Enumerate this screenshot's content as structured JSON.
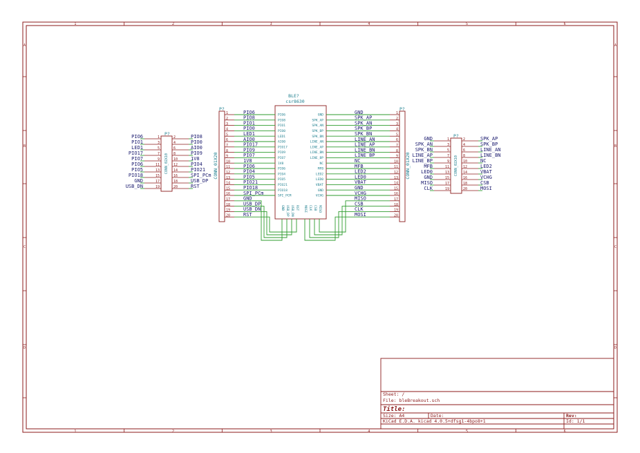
{
  "frame": {
    "columns": [
      "1",
      "2",
      "3",
      "4",
      "5",
      "6"
    ],
    "rows": [
      "A",
      "B",
      "C",
      "D"
    ]
  },
  "title_block": {
    "sheet": "Sheet: /",
    "file": "File: bleBreakout.sch",
    "title": "Title:",
    "size": "Size: A4",
    "date": "Date:",
    "rev": "Rev:",
    "tool": "KiCad E.D.A.  kicad 4.0.5+dfsg1-4bpo8+1",
    "id": "Id: 1/1"
  },
  "ble": {
    "ref": "BLE?",
    "value": "csr8630",
    "left_pins": [
      "PIO6",
      "PIO8",
      "PIO1",
      "PIO0",
      "LED1",
      "AIO0",
      "PIO17",
      "PIO9",
      "PIO7",
      "1V8",
      "PIO6",
      "PIO4",
      "PIO5",
      "PIO21",
      "PIO18",
      "SPI_PCM"
    ],
    "right_pins": [
      "GND",
      "SPK_AP",
      "SPK_AN",
      "SPK_BP",
      "SPK_BN",
      "LINE_AN",
      "LINE_AP",
      "LINE_BN",
      "LINE_BP",
      "NC",
      "MFB",
      "LED2",
      "LED0",
      "VBAT",
      "GND",
      "VCHG"
    ],
    "bottom_pins": [
      "GND",
      "USB_DP",
      "USB_DN",
      "RST",
      "MOSI",
      "CLK",
      "CSB",
      "MISO"
    ]
  },
  "conn_left": {
    "ref": "P?",
    "value": "CONN_01X20",
    "nets": [
      "PIO6",
      "PIO8",
      "PIO1",
      "PIO0",
      "LED1",
      "AIO0",
      "PIO17",
      "PIO9",
      "PIO7",
      "1V8",
      "PIO6",
      "PIO4",
      "PIO5",
      "PIO21",
      "PIO18",
      "SPI_PCm",
      "GND",
      "USB_DP",
      "USB_DN",
      "RST"
    ]
  },
  "conn_right": {
    "ref": "P?",
    "value": "CONN_01X20",
    "nets": [
      "GND",
      "SPK_AP",
      "SPK_AN",
      "SPK_BP",
      "SPK_BN",
      "LINE_AN",
      "LINE_AP",
      "LINE_BN",
      "LINE_BP",
      "NC",
      "MFB",
      "LED2",
      "LED0",
      "VBAT",
      "GND",
      "VCHG",
      "MISO",
      "CSB",
      "CLK",
      "MOSI"
    ]
  },
  "header_a": {
    "ref": "P?",
    "value": "CONN_02X10",
    "left": [
      "PIO6",
      "PIO1",
      "LED1",
      "PIO17",
      "PIO7",
      "PIO6",
      "PIO5",
      "PIO18",
      "GND",
      "USB_DN"
    ],
    "right": [
      "PIO8",
      "PIO0",
      "AIO0",
      "PIO9",
      "1V8",
      "PIO4",
      "PIO21",
      "SPI_PCm",
      "USB_DP",
      "RST"
    ]
  },
  "header_b": {
    "ref": "P?",
    "value": "CONN_02X10",
    "left": [
      "GND",
      "SPK_AN",
      "SPK_BN",
      "LINE_AP",
      "LINE_BP",
      "MFB",
      "LED0",
      "GND",
      "MISO",
      "CLK"
    ],
    "right": [
      "SPK_AP",
      "SPK_BP",
      "LINE_AN",
      "LINE_BN",
      "NC",
      "LED2",
      "VBAT",
      "VCHG",
      "CSB",
      "MOSI"
    ]
  }
}
